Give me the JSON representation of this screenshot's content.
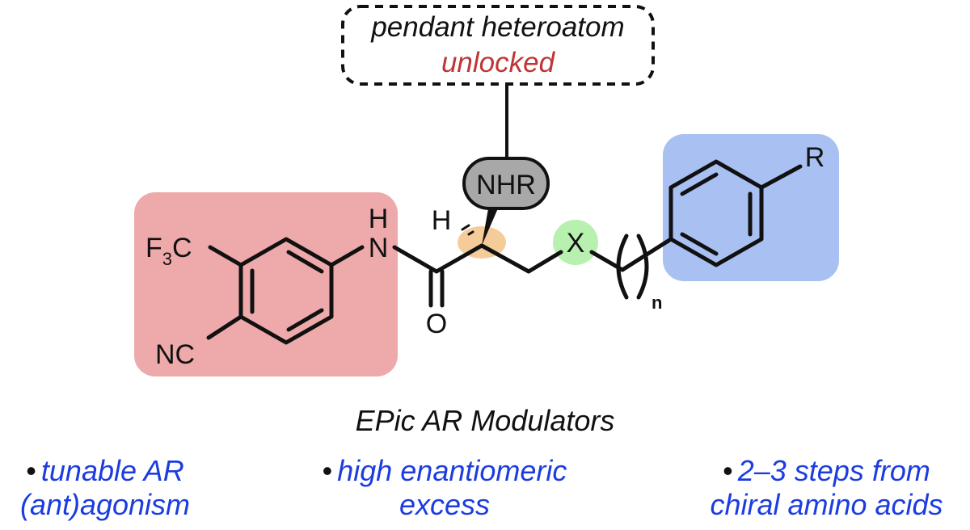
{
  "callout": {
    "line1": "pendant heteroatom",
    "line2": "unlocked"
  },
  "atoms": {
    "nhr": "NHR",
    "h_stereo": "H",
    "nh_n": "N",
    "nh_h": "H",
    "f3c_main": "F",
    "f3c_sub": "3",
    "f3c_c": "C",
    "nc": "NC",
    "carbonyl_o": "O",
    "x": "X",
    "n_sub": "n",
    "r": "R"
  },
  "caption": "EPic AR Modulators",
  "bullets": [
    {
      "dot": "•",
      "lines": [
        "tunable AR",
        "(ant)agonism"
      ]
    },
    {
      "dot": "•",
      "lines": [
        "high enantiomeric",
        "excess"
      ]
    },
    {
      "dot": "•",
      "lines": [
        "2–3 steps from",
        "chiral amino acids"
      ]
    }
  ],
  "colors": {
    "left_highlight": "#eeaaaa",
    "right_highlight": "#a8c0f2",
    "stereocenter_highlight": "#f5cc99",
    "x_highlight": "#b8f0b0",
    "nhr_fill": "#a8a8a8",
    "callout_accent": "#c03535",
    "bullet_text": "#1c3ce0"
  }
}
